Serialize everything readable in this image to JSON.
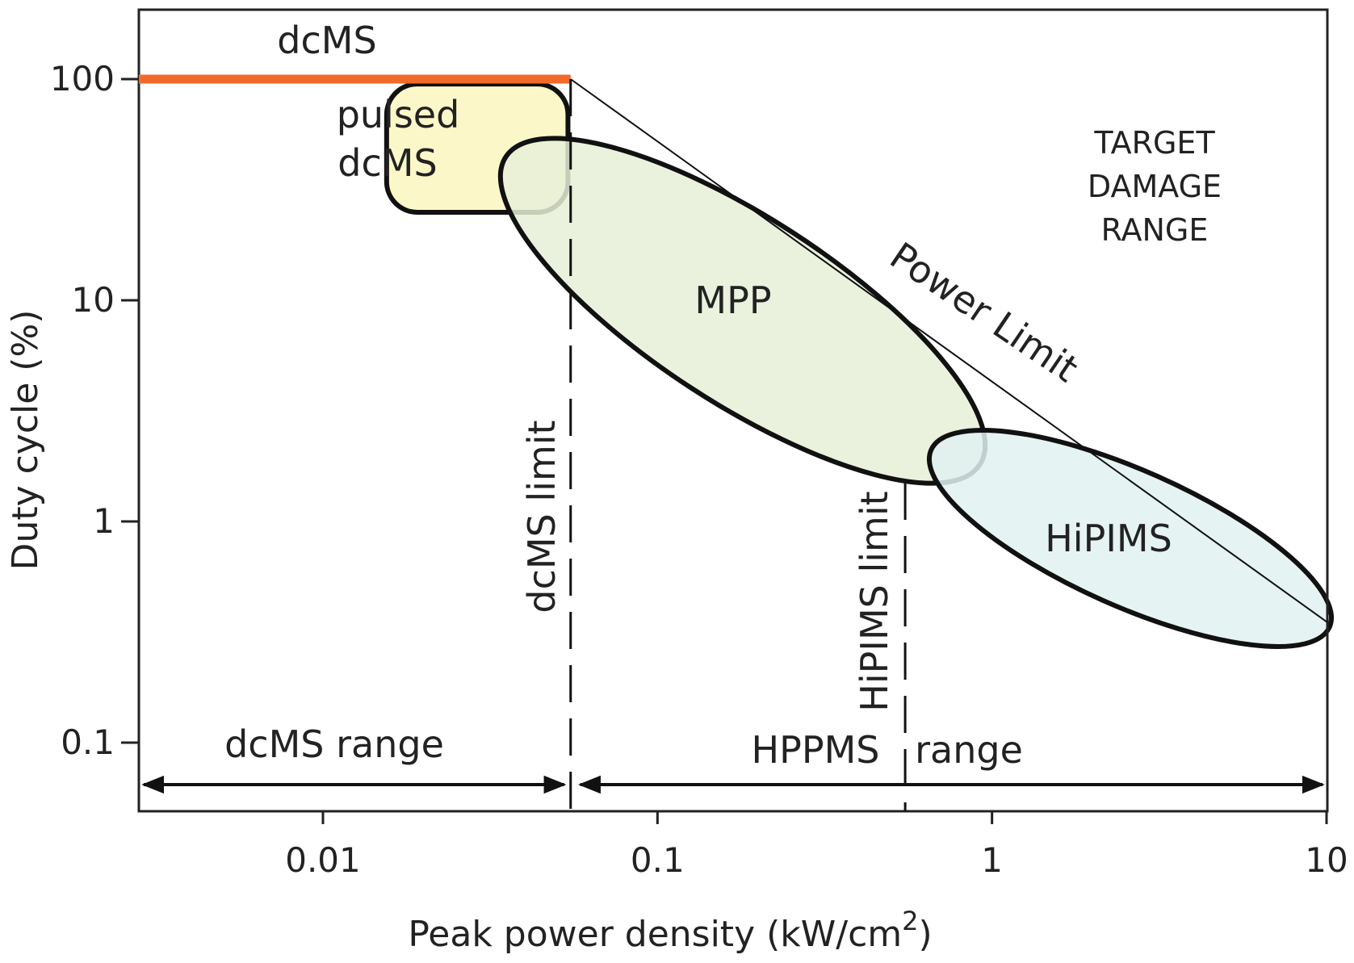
{
  "chart_data": {
    "type": "diagram-loglog",
    "xlabel": "Peak power density (kW/cm",
    "xlabel_sup": "2",
    "xlabel_close": ")",
    "ylabel": "Duty cycle (%)",
    "x_scale": "log",
    "y_scale": "log",
    "xlim": [
      0.003,
      10
    ],
    "ylim": [
      0.06,
      200
    ],
    "x_ticks": [
      {
        "value": 0.01,
        "label": "0.01"
      },
      {
        "value": 0.1,
        "label": "0.1"
      },
      {
        "value": 1,
        "label": "1"
      },
      {
        "value": 10,
        "label": "10"
      }
    ],
    "y_ticks": [
      {
        "value": 100,
        "label": "100"
      },
      {
        "value": 10,
        "label": "10"
      },
      {
        "value": 1,
        "label": "1"
      },
      {
        "value": 0.1,
        "label": "0.1"
      }
    ],
    "dcms_line": {
      "label": "dcMS",
      "x_start": 0.003,
      "x_end": 0.055,
      "y": 100,
      "color": "#f26a2a"
    },
    "power_limit": {
      "label": "Power Limit",
      "from": [
        0.055,
        100
      ],
      "to": [
        10,
        0.35
      ]
    },
    "regions": [
      {
        "label": "pulsed dcMS",
        "line1": "pulsed",
        "line2": "dcMS",
        "kind": "rect",
        "x_range": [
          0.0155,
          0.054
        ],
        "y_range": [
          25,
          95
        ],
        "fill": "#fbf7c8"
      },
      {
        "label": "MPP",
        "kind": "ellipse",
        "x_range": [
          0.028,
          1.0
        ],
        "y_range": [
          1.3,
          60
        ],
        "fill": "#e6f0d8"
      },
      {
        "label": "HiPIMS",
        "kind": "ellipse",
        "x_range": [
          0.5,
          9.5
        ],
        "y_range": [
          0.2,
          3.0
        ],
        "fill": "#e2f1f1"
      }
    ],
    "limits": [
      {
        "label": "dcMS limit",
        "x": 0.055
      },
      {
        "label": "HiPIMS limit",
        "x": 0.55
      }
    ],
    "ranges": [
      {
        "label": "dcMS range",
        "x_from": 0.003,
        "x_to": 0.055
      },
      {
        "label_left": "HPPMS",
        "label_right": "range",
        "x_from": 0.055,
        "x_to": 10
      }
    ],
    "annotation": {
      "lines": [
        "TARGET",
        "DAMAGE",
        "RANGE"
      ]
    },
    "grid": false,
    "legend": "none",
    "colors": {
      "axis": "#222222",
      "outline": "#111111",
      "dcms": "#f26a2a"
    }
  }
}
